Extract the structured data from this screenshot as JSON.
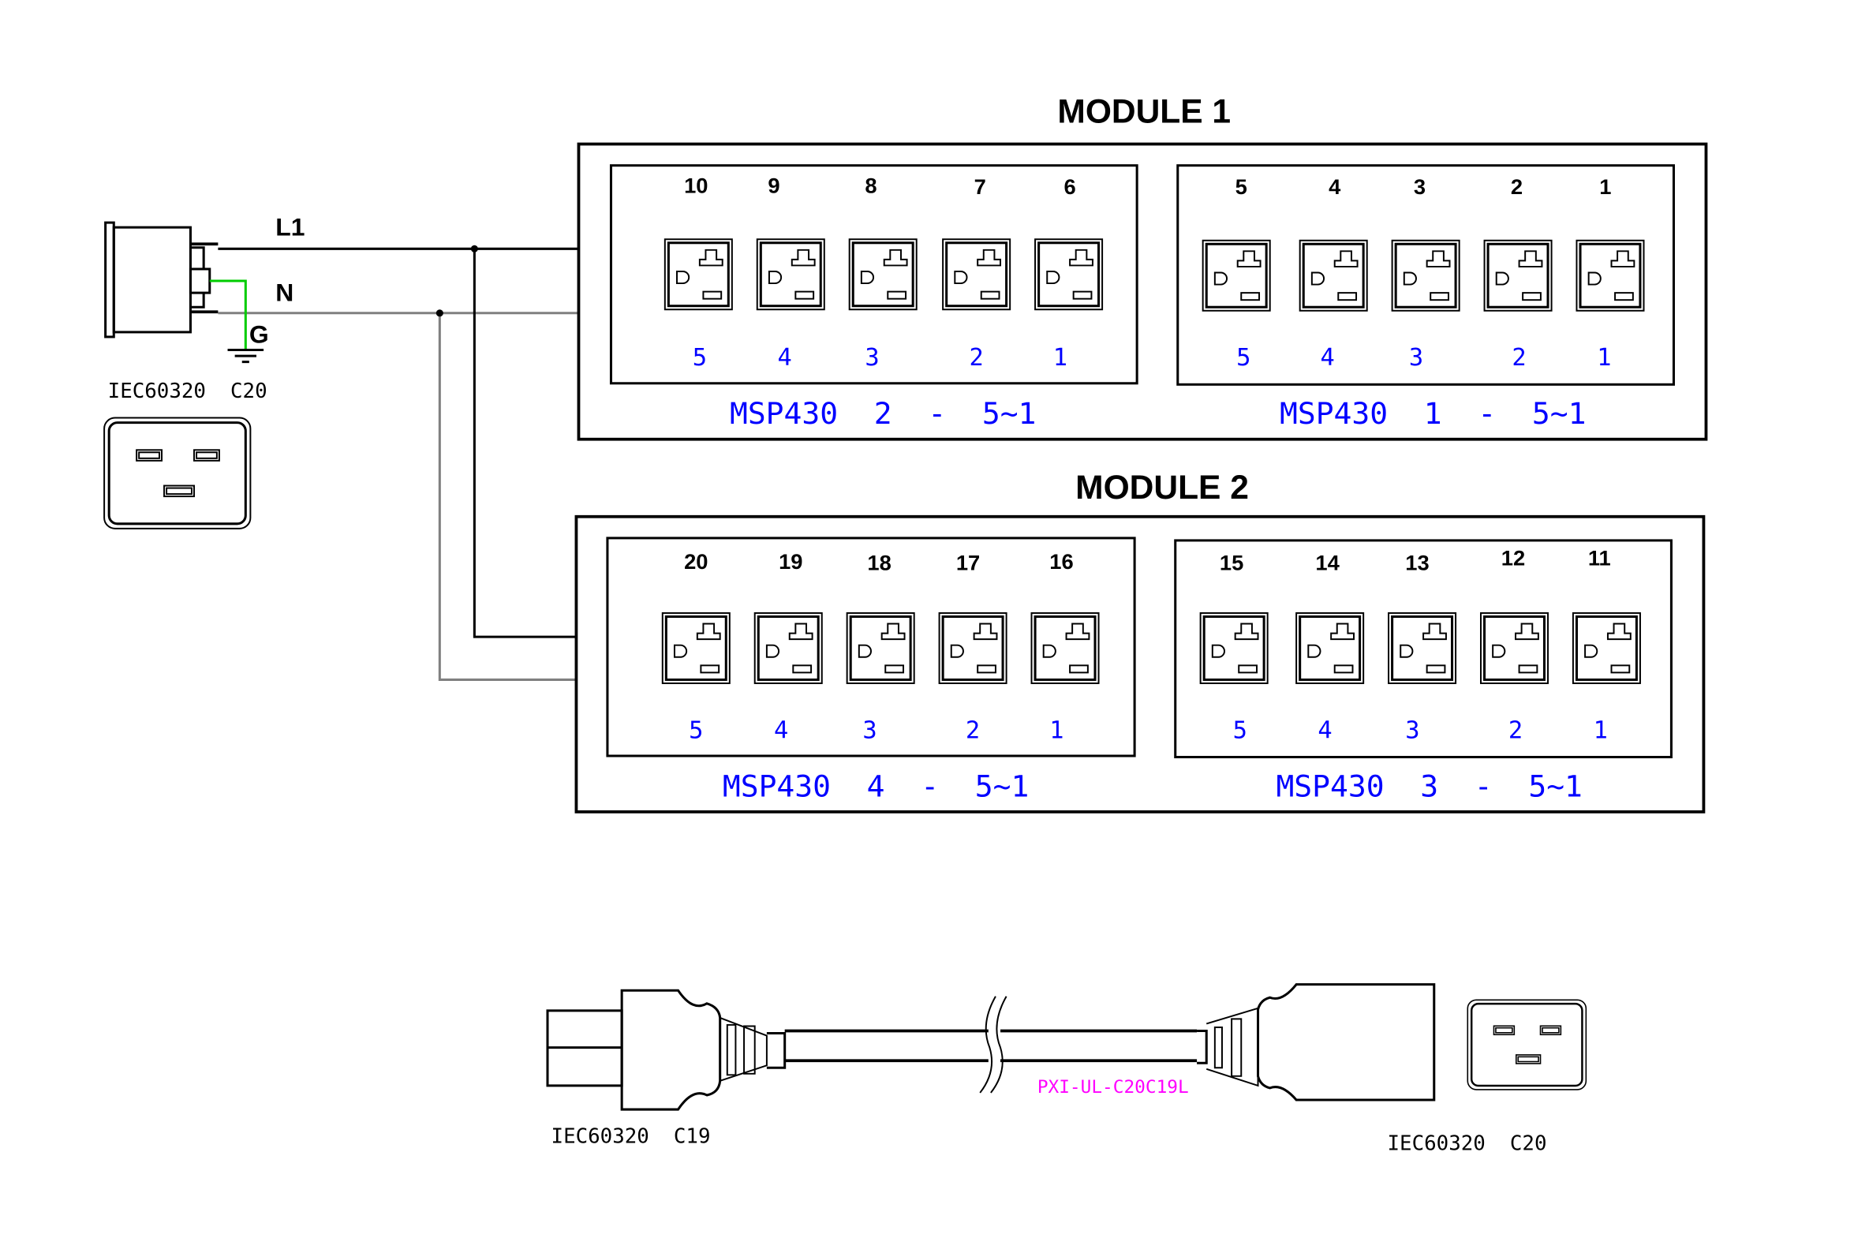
{
  "colors": {
    "line": "#000000",
    "neutral_wire": "#808080",
    "ground_wire": "#00cc00",
    "channel_text": "#0000ff",
    "cable_label": "#ff00ff"
  },
  "inlet": {
    "wire_labels": {
      "l1": "L1",
      "n": "N",
      "g": "G"
    },
    "connector_label": "IEC60320  C20",
    "ground_icon": "ground-symbol"
  },
  "modules": [
    {
      "title": "MODULE 1",
      "groups": [
        {
          "label": "MSP430  2  -  5~1",
          "outlets": [
            "10",
            "9",
            "8",
            "7",
            "6"
          ],
          "channels": [
            "5",
            "4",
            "3",
            "2",
            "1"
          ]
        },
        {
          "label": "MSP430  1  -  5~1",
          "outlets": [
            "5",
            "4",
            "3",
            "2",
            "1"
          ],
          "channels": [
            "5",
            "4",
            "3",
            "2",
            "1"
          ]
        }
      ]
    },
    {
      "title": "MODULE 2",
      "groups": [
        {
          "label": "MSP430  4  -  5~1",
          "outlets": [
            "20",
            "19",
            "18",
            "17",
            "16"
          ],
          "channels": [
            "5",
            "4",
            "3",
            "2",
            "1"
          ]
        },
        {
          "label": "MSP430  3  -  5~1",
          "outlets": [
            "15",
            "14",
            "13",
            "12",
            "11"
          ],
          "channels": [
            "5",
            "4",
            "3",
            "2",
            "1"
          ]
        }
      ]
    }
  ],
  "cable": {
    "part_number": "PXI-UL-C20C19L",
    "left_connector": "IEC60320  C19",
    "right_connector": "IEC60320  C20"
  }
}
